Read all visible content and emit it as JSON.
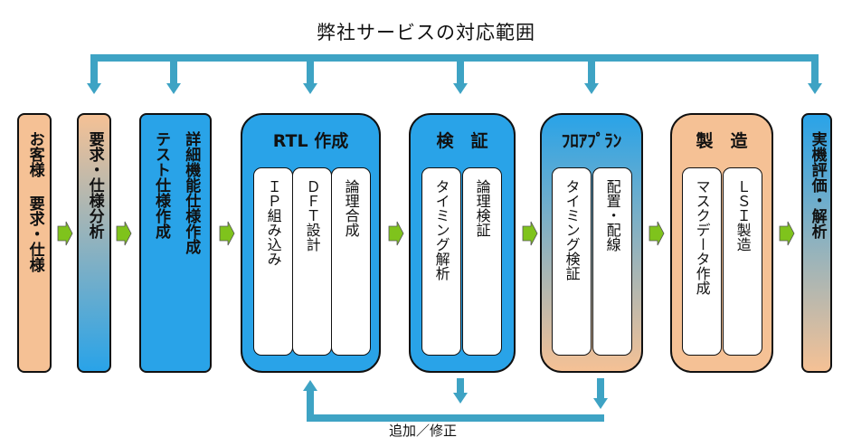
{
  "header": {
    "title": "弊社サービスの対応範囲"
  },
  "stages": {
    "customer": {
      "label": "お客様 要求・仕様"
    },
    "requirements": {
      "label": "要求・仕様分析"
    },
    "spec": {
      "col1": "テスト仕様作成",
      "col2": "詳細機能仕様作成"
    },
    "rtl": {
      "title": "RTL 作成",
      "items": [
        "ＩＰ組み込み",
        "ＤＦＴ設計",
        "論理合成"
      ]
    },
    "verify": {
      "title": "検　証",
      "items": [
        "タイミング解析",
        "論理検証"
      ]
    },
    "floorplan": {
      "title": "ﾌﾛｱﾌﾟﾗﾝ",
      "items": [
        "タイミング検証",
        "配置・配線"
      ]
    },
    "manufacture": {
      "title": "製　造",
      "items": [
        "マスクデータ作成",
        "ＬＳＩ製造"
      ]
    },
    "evaluation": {
      "label": "実機評価・解析"
    }
  },
  "feedback": {
    "label": "追加／修正"
  },
  "colors": {
    "blue": "#29a3e8",
    "orange": "#f5c195",
    "teal_line": "#3ea3c4",
    "green_arrow": "#7fc31c"
  }
}
